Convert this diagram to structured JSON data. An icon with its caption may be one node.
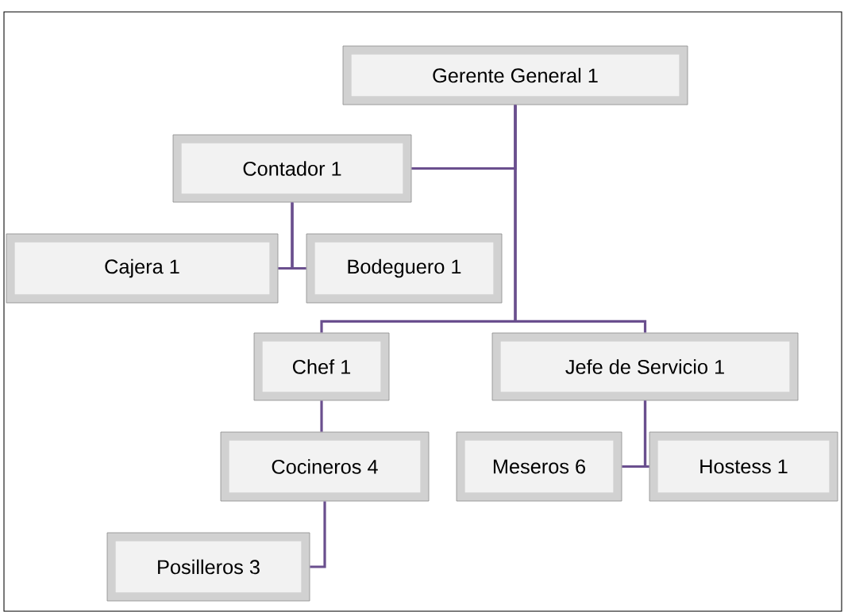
{
  "diagram": {
    "nodes": [
      {
        "text": [
          "Gerente General 1"
        ]
      },
      {
        "text": [
          "Contador 1"
        ]
      },
      {
        "text": [
          "Cajera 1"
        ]
      },
      {
        "text": [
          "Bodeguero 1"
        ]
      },
      {
        "text": [
          "Chef 1"
        ]
      },
      {
        "text": [
          "Jefe de Servicio 1"
        ]
      },
      {
        "text": [
          "Cocineros 4"
        ]
      },
      {
        "text": [
          "Meseros 6"
        ]
      },
      {
        "text": [
          "Hostess 1"
        ]
      },
      {
        "text": [
          "Posilleros 3"
        ]
      }
    ],
    "edges": [
      {
        "from": 0,
        "to": 1,
        "arrow": "none"
      },
      {
        "from": 0,
        "to": 4,
        "arrow": "none"
      },
      {
        "from": 0,
        "to": 5,
        "arrow": "none"
      },
      {
        "from": 1,
        "to": 2,
        "arrow": "none"
      },
      {
        "from": 1,
        "to": 3,
        "arrow": "none"
      },
      {
        "from": 4,
        "to": 6,
        "arrow": "none"
      },
      {
        "from": 5,
        "to": 7,
        "arrow": "none"
      },
      {
        "from": 5,
        "to": 8,
        "arrow": "none"
      },
      {
        "from": 6,
        "to": 9,
        "arrow": "none"
      }
    ]
  }
}
